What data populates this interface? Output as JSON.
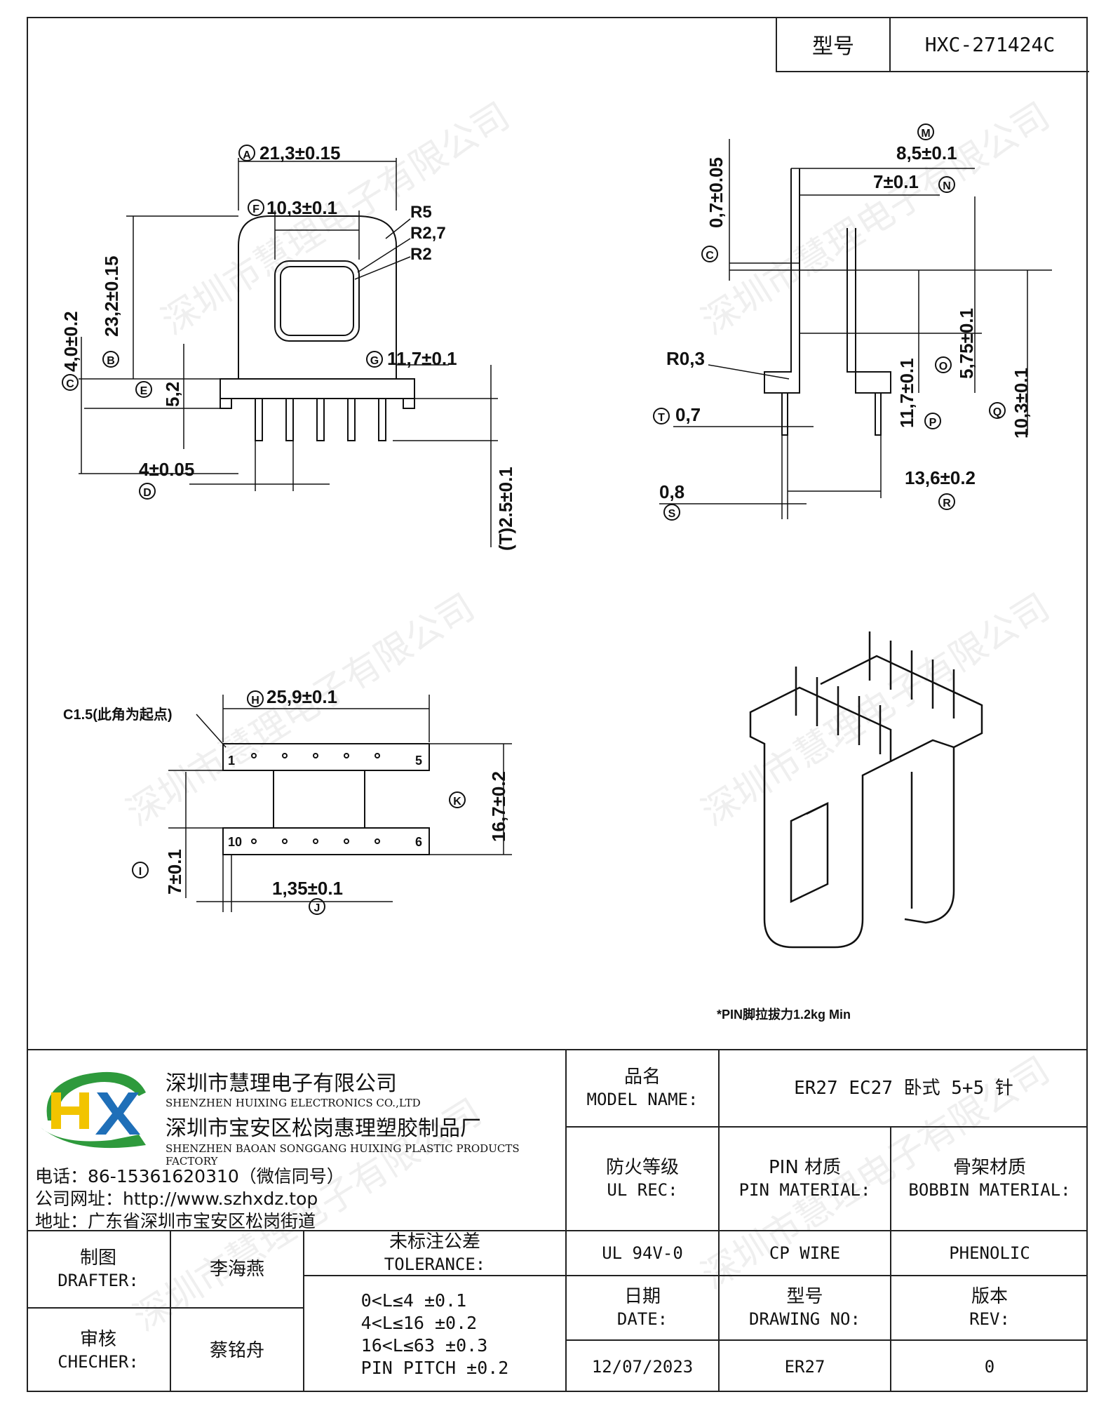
{
  "header": {
    "model_label": "型号",
    "model_value": "HXC-271424C"
  },
  "dimensions": {
    "A": "21,3±0.15",
    "F": "10,3±0.1",
    "R5": "R5",
    "R27": "R2,7",
    "R2": "R2",
    "B": "23,2±0.15",
    "C4": "4,0±0.2",
    "E": "5,2",
    "G": "11,7±0.1",
    "D": "4±0.05",
    "T": "(T)2.5±0.1",
    "M": "8,5±0.1",
    "N": "7±0.1",
    "C07": "0,7±0.05",
    "R03": "R0,3",
    "T07": "0,7",
    "P": "11,7±0.1",
    "O": "5,75±0.1",
    "Q": "10,3±0.1",
    "R": "13,6±0.2",
    "S": "0,8",
    "C15": "C1.5(此角为起点)",
    "H": "25,9±0.1",
    "K": "16,7±0.2",
    "I": "7±0.1",
    "J": "1,35±0.1",
    "pin_1": "1",
    "pin_5": "5",
    "pin_10": "10",
    "pin_6": "6"
  },
  "note": "*PIN脚拉拔力1.2kg  Min",
  "watermark": "深圳市慧理电子有限公司",
  "company": {
    "name_cn": "深圳市慧理电子有限公司",
    "name_en": "SHENZHEN HUIXING ELECTRONICS CO.,LTD",
    "factory_cn": "深圳市宝安区松岗惠理塑胶制品厂",
    "factory_en": "SHENZHEN BAOAN SONGGANG HUIXING PLASTIC PRODUCTS FACTORY",
    "phone": "电话：86-15361620310（微信同号）",
    "website": "公司网址：http://www.szhxdz.top",
    "address": "地址：广东省深圳市宝安区松岗街道",
    "logo_text": "HX",
    "logo_colors": {
      "green": "#2e9a3c",
      "yellow": "#f2c400",
      "blue": "#1f6fb8"
    }
  },
  "titleblock": {
    "model_name_cn": "品名",
    "model_name_en": "MODEL NAME:",
    "model_name_value": "ER27 EC27 卧式 5+5 针",
    "ul_cn": "防火等级",
    "ul_en": "UL REC:",
    "pin_mat_cn": "PIN 材质",
    "pin_mat_en": "PIN MATERIAL:",
    "bobbin_cn": "骨架材质",
    "bobbin_en": "BOBBIN MATERIAL:",
    "ul_value": "UL 94V-0",
    "pin_value": "CP WIRE",
    "bobbin_value": "PHENOLIC",
    "drafter_cn": "制图",
    "drafter_en": "DRAFTER:",
    "drafter_name": "李海燕",
    "checker_cn": "审核",
    "checker_en": "CHECHER:",
    "checker_name": "蔡铭舟",
    "tol_cn": "未标注公差",
    "tol_en": "TOLERANCE:",
    "tol_lines": [
      "0<L≤4  ±0.1",
      "4<L≤16 ±0.2",
      "16<L≤63 ±0.3",
      "PIN PITCH ±0.2"
    ],
    "date_cn": "日期",
    "date_en": "DATE:",
    "date_value": "12/07/2023",
    "dwg_cn": "型号",
    "dwg_en": "DRAWING NO:",
    "dwg_value": "ER27",
    "rev_cn": "版本",
    "rev_en": "REV:",
    "rev_value": "0"
  }
}
